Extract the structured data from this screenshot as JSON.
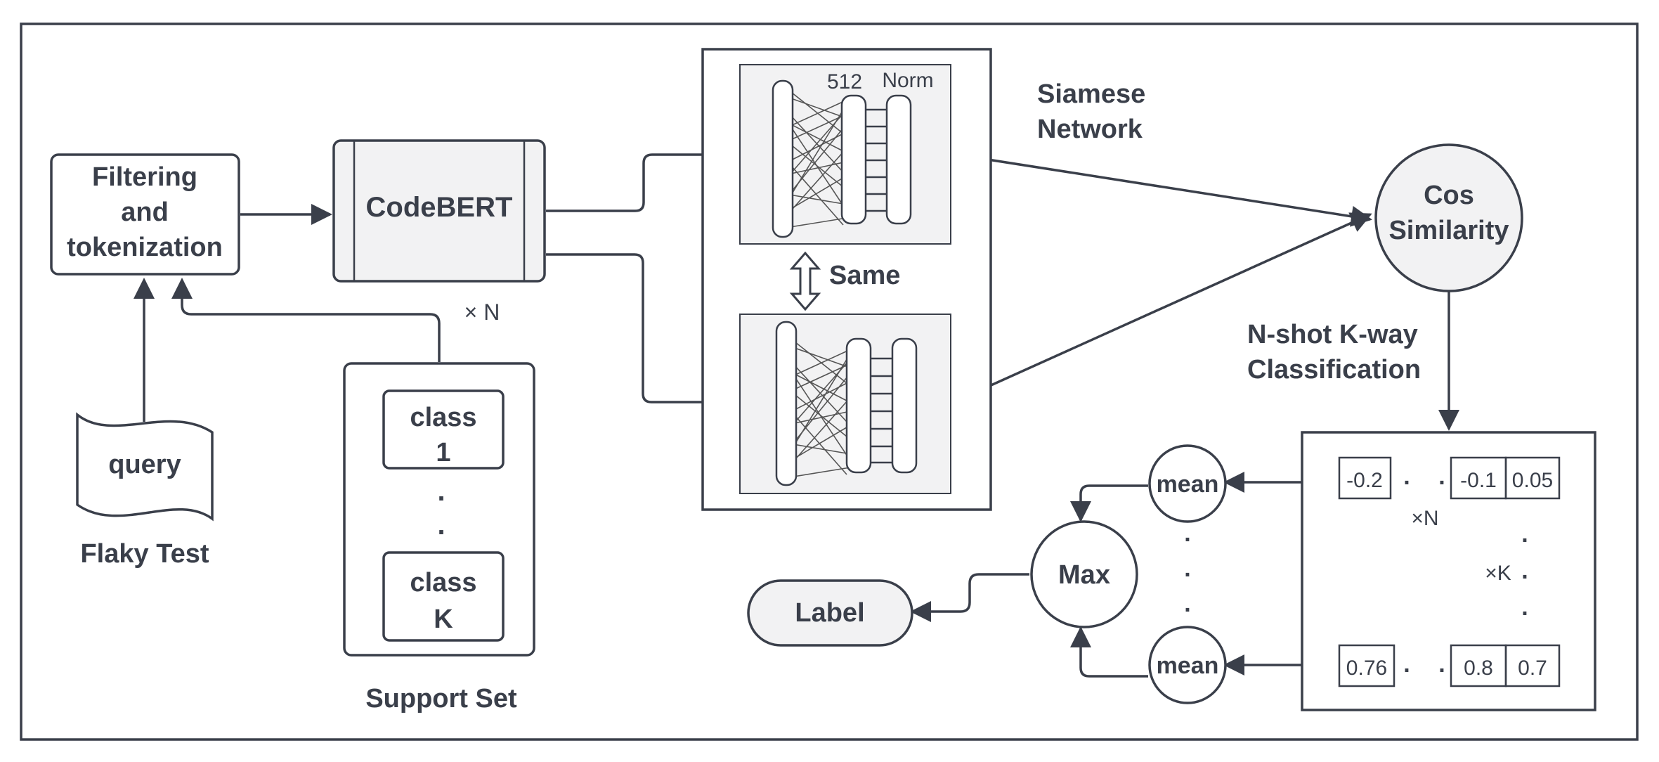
{
  "colors": {
    "stroke": "#3a3f4a",
    "fill_light": "#f2f2f3",
    "background": "#ffffff"
  },
  "nodes": {
    "filtering": {
      "line1": "Filtering",
      "line2": "and",
      "line3": "tokenization"
    },
    "codebert": "CodeBERT",
    "query": "query",
    "flaky_test": "Flaky Test",
    "times_n": "× N",
    "class1": {
      "line1": "class",
      "line2": "1"
    },
    "classk": {
      "line1": "class",
      "line2": "K"
    },
    "dot": ".",
    "support_set": "Support Set",
    "nn_512": "512",
    "nn_norm": "Norm",
    "same": "Same",
    "siamese": {
      "line1": "Siamese",
      "line2": "Network"
    },
    "cos": {
      "line1": "Cos",
      "line2": "Similarity"
    },
    "nshot": {
      "line1": "N-shot K-way",
      "line2": "Classification"
    },
    "mean": "mean",
    "max": "Max",
    "label": "Label",
    "matrix": {
      "row1": [
        "-0.2",
        "-0.1",
        "0.05"
      ],
      "rowk": [
        "0.76",
        "0.8",
        "0.7"
      ],
      "times_n": "×N",
      "times_k": "×K"
    }
  }
}
